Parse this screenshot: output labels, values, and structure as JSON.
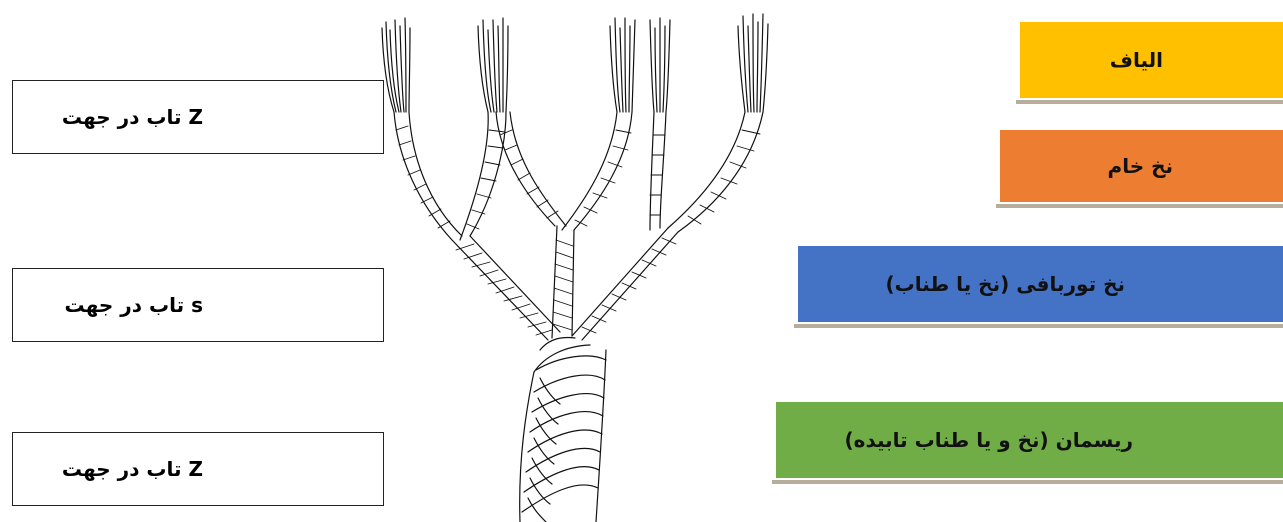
{
  "diagram": {
    "left_labels": [
      {
        "text": "تاب در جهت Z"
      },
      {
        "text": "تاب در جهت s"
      },
      {
        "text": "تاب در جهت Z"
      }
    ],
    "right_labels": [
      {
        "text": "الیاف",
        "color": "#FFC000"
      },
      {
        "text": "نخ خام",
        "color": "#ED7D31"
      },
      {
        "text": "نخ توربافی (نخ یا طناب)",
        "color": "#4472C4"
      },
      {
        "text": "ریسمان (نخ و یا طناب تابیده)",
        "color": "#70AD47"
      }
    ],
    "stroke_color": "#111111"
  }
}
